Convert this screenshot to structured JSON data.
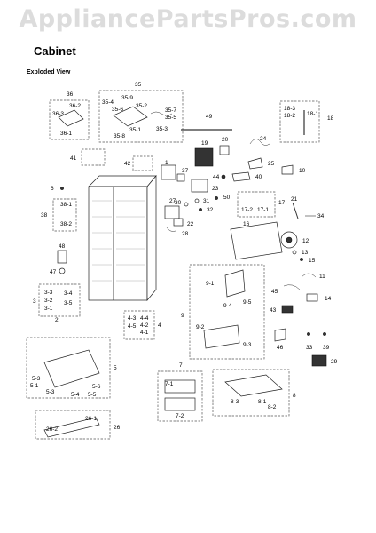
{
  "header": {
    "watermark": "AppliancePartsPros.com",
    "title": "Cabinet",
    "subtitle": "Exploded View"
  },
  "callouts": {
    "c36": "36",
    "c36_2": "36-2",
    "c36_3": "36-3",
    "c36_1": "36-1",
    "c35": "35",
    "c35_9": "35-9",
    "c35_2": "35-2",
    "c35_4": "35-4",
    "c35_6": "35-6",
    "c35_7": "35-7",
    "c35_5": "35-5",
    "c35_1": "35-1",
    "c35_3": "35-3",
    "c35_8": "35-8",
    "c49": "49",
    "c24": "24",
    "c18": "18",
    "c18_3": "18-3",
    "c18_1": "18-1",
    "c18_2": "18-2",
    "c19": "19",
    "c20": "20",
    "c25": "25",
    "c10": "10",
    "c41": "41",
    "c42": "42",
    "c1": "1",
    "c37": "37",
    "c44": "44",
    "c40": "40",
    "c23": "23",
    "c6": "6",
    "c27": "27",
    "c30": "30",
    "c31": "31",
    "c50": "50",
    "c32": "32",
    "c22": "22",
    "c28": "28",
    "c17": "17",
    "c17_2": "17-2",
    "c17_1": "17-1",
    "c21": "21",
    "c34": "34",
    "c38": "38",
    "c38_1": "38-1",
    "c38_2": "38-2",
    "c16": "16",
    "c12": "12",
    "c13": "13",
    "c15": "15",
    "c11": "11",
    "c48": "48",
    "c47": "47",
    "c3": "3",
    "c3_3": "3-3",
    "c3_4": "3-4",
    "c3_2": "3-2",
    "c3_1": "3-1",
    "c3_5": "3-5",
    "c2": "2",
    "c9": "9",
    "c9_1": "9-1",
    "c9_5": "9-5",
    "c9_4": "9-4",
    "c9_2": "9-2",
    "c9_3": "9-3",
    "c45": "45",
    "c14": "14",
    "c43": "43",
    "c4": "4",
    "c4_3": "4-3",
    "c4_4": "4-4",
    "c4_2": "4-2",
    "c4_5": "4-5",
    "c4_1": "4-1",
    "c46": "46",
    "c33": "33",
    "c39": "39",
    "c29": "29",
    "c5": "5",
    "c5_3": "5-3",
    "c5_1": "5-1",
    "c5_6": "5-6",
    "c5_4": "5-4",
    "c5_5": "5-5",
    "c7": "7",
    "c7_1": "7-1",
    "c7_2": "7-2",
    "c8": "8",
    "c8_3": "8-3",
    "c8_1": "8-1",
    "c8_2": "8-2",
    "c26": "26",
    "c26_1": "26-1",
    "c26_2": "26-2"
  }
}
